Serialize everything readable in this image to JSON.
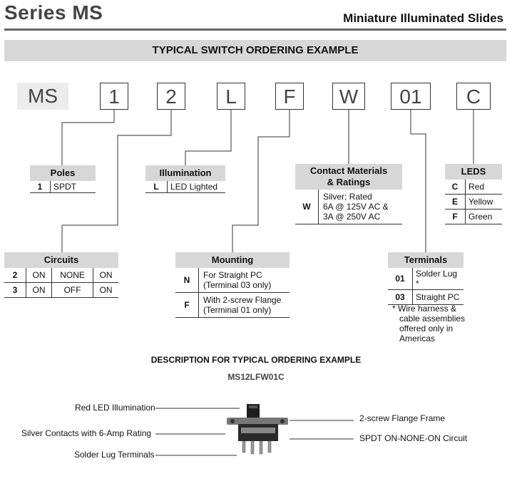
{
  "header": {
    "series": "Series MS",
    "subtitle": "Miniature Illuminated Slides"
  },
  "banner": "TYPICAL SWITCH ORDERING EXAMPLE",
  "code_boxes": [
    "MS",
    "1",
    "2",
    "L",
    "F",
    "W",
    "01",
    "C"
  ],
  "poles": {
    "title": "Poles",
    "rows": [
      {
        "code": "1",
        "desc": "SPDT"
      }
    ]
  },
  "illumination": {
    "title": "Illumination",
    "rows": [
      {
        "code": "L",
        "desc": "LED Lighted"
      }
    ]
  },
  "contact": {
    "title_1": "Contact Materials",
    "title_2": "& Ratings",
    "code": "W",
    "desc_1": "Silver; Rated",
    "desc_2": "6A @ 125V AC &",
    "desc_3": "3A @ 250V AC"
  },
  "leds": {
    "title": "LEDS",
    "rows": [
      {
        "code": "C",
        "desc": "Red"
      },
      {
        "code": "E",
        "desc": "Yellow"
      },
      {
        "code": "F",
        "desc": "Green"
      }
    ]
  },
  "circuits": {
    "title": "Circuits",
    "rows": [
      {
        "code": "2",
        "a": "ON",
        "b": "NONE",
        "c": "ON"
      },
      {
        "code": "3",
        "a": "ON",
        "b": "OFF",
        "c": "ON"
      }
    ]
  },
  "mounting": {
    "title": "Mounting",
    "rows": [
      {
        "code": "N",
        "desc_1": "For Straight PC",
        "desc_2": "(Terminal 03 only)"
      },
      {
        "code": "F",
        "desc_1": "With 2-screw Flange",
        "desc_2": "(Terminal 01 only)"
      }
    ]
  },
  "terminals": {
    "title": "Terminals",
    "rows": [
      {
        "code": "01",
        "desc": "Solder Lug *"
      },
      {
        "code": "03",
        "desc": "Straight PC"
      }
    ],
    "note_1": "* Wire harness &",
    "note_2": "cable assemblies",
    "note_3": "offered only in",
    "note_4": "Americas"
  },
  "description": {
    "title": "DESCRIPTION FOR TYPICAL ORDERING EXAMPLE",
    "code": "MS12LFW01C",
    "left_labels": [
      "Red LED Illumination",
      "Silver Contacts with 6-Amp Rating",
      "Solder Lug Terminals"
    ],
    "right_labels": [
      "2-screw Flange Frame",
      "SPDT ON-NONE-ON Circuit"
    ]
  }
}
